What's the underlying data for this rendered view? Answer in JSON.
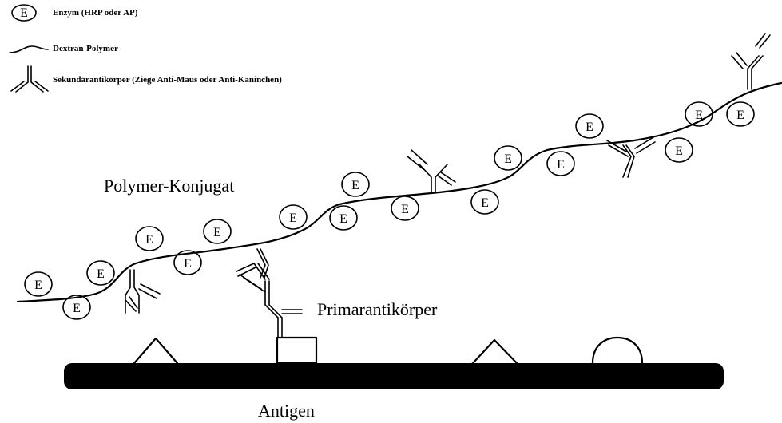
{
  "legend": {
    "enzyme_symbol": "E",
    "enzyme_text": "Enzym (HRP oder AP)",
    "dextran_text": "Dextran-Polymer",
    "antibody_text": "Sekundärantikörper (Ziege Anti-Maus oder Anti-Kaninchen)"
  },
  "labels": {
    "polymer_conjugate": "Polymer-Konjugat",
    "primary_antibody": "Primarantikörper",
    "antigen": "Antigen"
  },
  "enzyme_letter": "E"
}
